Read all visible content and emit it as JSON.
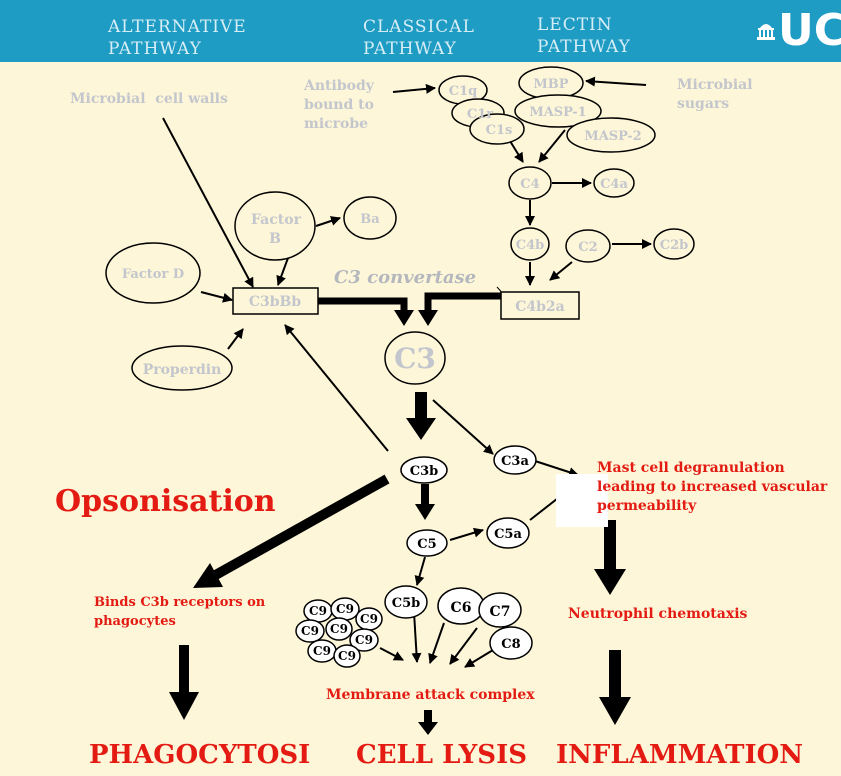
{
  "header": {
    "alternative": "ALTERNATIVE\nPATHWAY",
    "classical": "CLASSICAL\nPATHWAY",
    "lectin": "LECTIN\nPATHWAY",
    "logo": "UC"
  },
  "labels": {
    "microbial_cell_walls": "Microbial  cell walls",
    "antibody": "Antibody\nbound to\nmicrobe",
    "microbial_sugars": "Microbial\nsugars",
    "c3_convertase": "C3 convertase",
    "opsonisation": "Opsonisation",
    "mast_cell": "Mast cell degranulation\nleading to increased vascular\npermeability",
    "binds_c3b": "Binds C3b receptors on\nphagocytes",
    "neutrophil": "Neutrophil chemotaxis",
    "mac": "Membrane attack complex",
    "phagocytosis": "PHAGOCYTOSI",
    "cell_lysis": "CELL LYSIS",
    "inflammation": "INFLAMMATION"
  },
  "nodes": {
    "c1q": "C1q",
    "c1r": "C1r",
    "c1s": "C1s",
    "mbp": "MBP",
    "masp1": "MASP-1",
    "masp2": "MASP-2",
    "c4": "C4",
    "c4a": "C4a",
    "c4b": "C4b",
    "c2": "C2",
    "c2b": "C2b",
    "c4b2a": "C4b2a",
    "factor_b": "Factor\nB",
    "ba": "Ba",
    "factor_d": "Factor D",
    "c3bbb": "C3bBb",
    "properdin": "Properdin",
    "c3": "C3",
    "c3b": "C3b",
    "c3a": "C3a",
    "c5": "C5",
    "c5a": "C5a",
    "c5b": "C5b",
    "c6": "C6",
    "c7": "C7",
    "c8": "C8",
    "c9": "C9"
  },
  "colors": {
    "header_bg": "#1e9cc4",
    "background": "#fdf6d8",
    "pathway_text": "#c3c6cc",
    "outcome_text": "#e31b13"
  }
}
